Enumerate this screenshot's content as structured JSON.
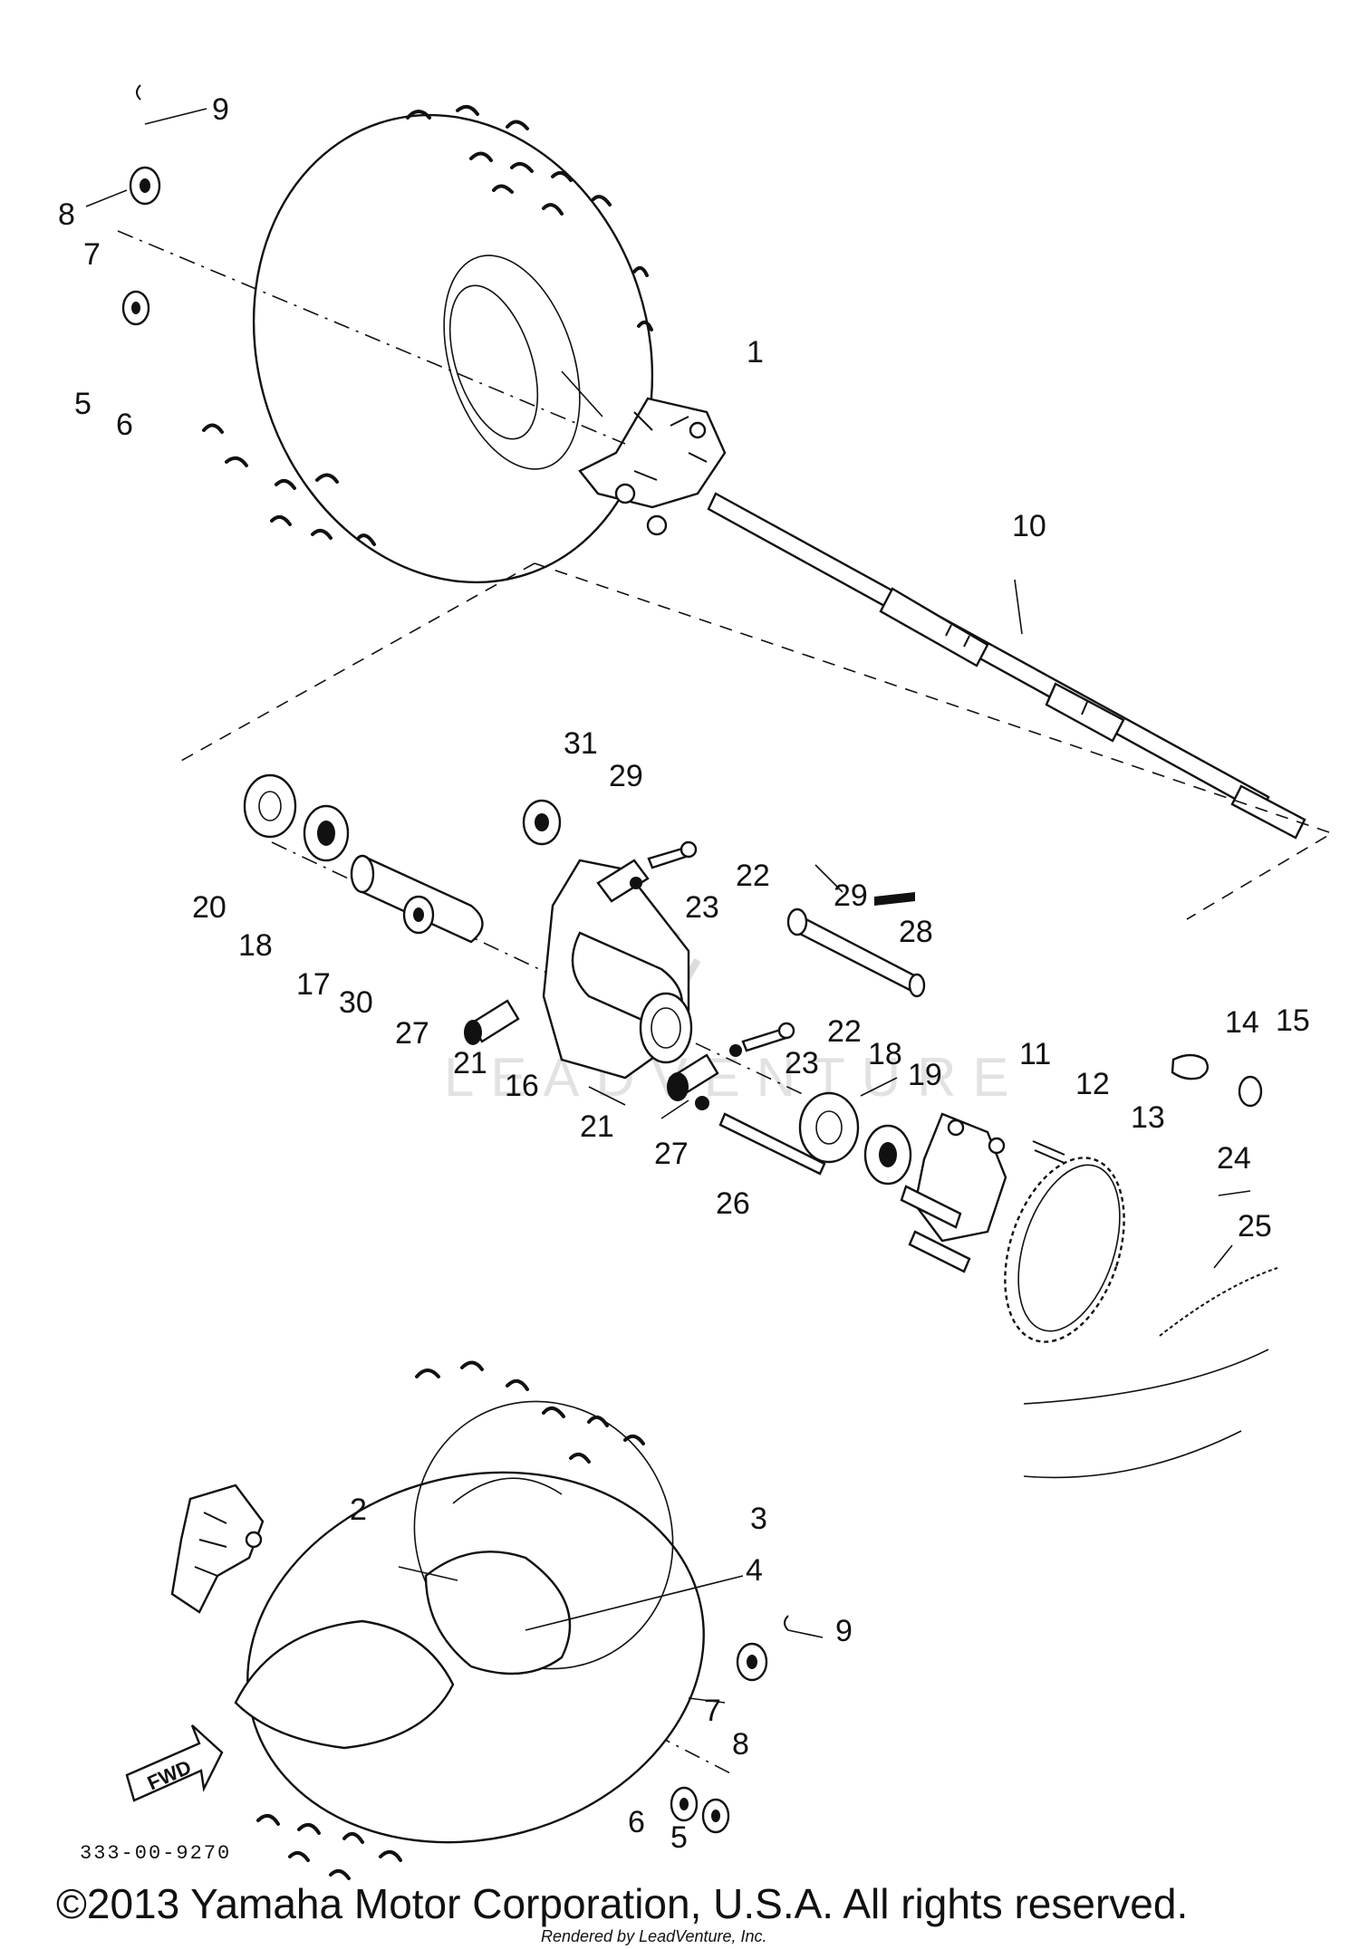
{
  "callouts": [
    {
      "id": "9-top",
      "text": "9"
    },
    {
      "id": "8-top",
      "text": "8"
    },
    {
      "id": "7-top",
      "text": "7"
    },
    {
      "id": "5-top",
      "text": "5"
    },
    {
      "id": "6-top",
      "text": "6"
    },
    {
      "id": "1",
      "text": "1"
    },
    {
      "id": "10",
      "text": "10"
    },
    {
      "id": "31",
      "text": "31"
    },
    {
      "id": "29-a",
      "text": "29"
    },
    {
      "id": "22-a",
      "text": "22"
    },
    {
      "id": "23-a",
      "text": "23"
    },
    {
      "id": "29-b",
      "text": "29"
    },
    {
      "id": "28",
      "text": "28"
    },
    {
      "id": "20",
      "text": "20"
    },
    {
      "id": "18-a",
      "text": "18"
    },
    {
      "id": "17",
      "text": "17"
    },
    {
      "id": "30",
      "text": "30"
    },
    {
      "id": "27-a",
      "text": "27"
    },
    {
      "id": "21-a",
      "text": "21"
    },
    {
      "id": "16",
      "text": "16"
    },
    {
      "id": "22-b",
      "text": "22"
    },
    {
      "id": "23-b",
      "text": "23"
    },
    {
      "id": "18-b",
      "text": "18"
    },
    {
      "id": "19",
      "text": "19"
    },
    {
      "id": "21-b",
      "text": "21"
    },
    {
      "id": "27-b",
      "text": "27"
    },
    {
      "id": "26",
      "text": "26"
    },
    {
      "id": "11",
      "text": "11"
    },
    {
      "id": "12",
      "text": "12"
    },
    {
      "id": "13",
      "text": "13"
    },
    {
      "id": "14",
      "text": "14"
    },
    {
      "id": "15",
      "text": "15"
    },
    {
      "id": "24",
      "text": "24"
    },
    {
      "id": "25",
      "text": "25"
    },
    {
      "id": "2",
      "text": "2"
    },
    {
      "id": "3",
      "text": "3"
    },
    {
      "id": "4",
      "text": "4"
    },
    {
      "id": "9-bottom",
      "text": "9"
    },
    {
      "id": "7-bottom",
      "text": "7"
    },
    {
      "id": "8-bottom",
      "text": "8"
    },
    {
      "id": "6-bottom",
      "text": "6"
    },
    {
      "id": "5-bottom",
      "text": "5"
    }
  ],
  "fwd_label": "FWD",
  "drawing_number": "333-00-9270",
  "watermark": "LEADVENTURE",
  "copyright": "©2013 Yamaha Motor Corporation, U.S.A. All rights reserved.",
  "rendered_by": "Rendered by LeadVenture, Inc."
}
